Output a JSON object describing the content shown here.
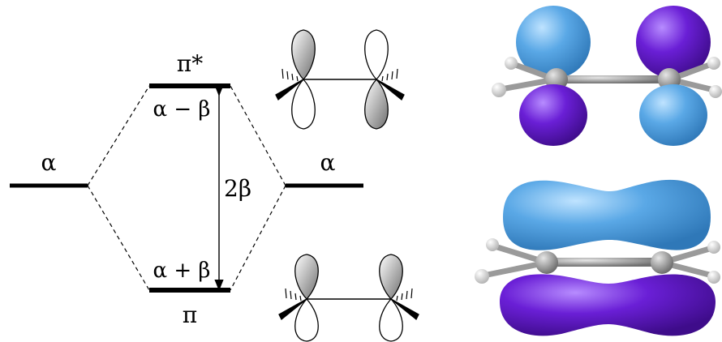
{
  "diagram": {
    "levels": {
      "pi_star_label": "π*",
      "pi_star_energy": "α − β",
      "pi_label": "π",
      "pi_energy": "α + β",
      "left_atomic": "α",
      "right_atomic": "α",
      "gap": "2β"
    }
  },
  "colors": {
    "lobe_blue": "#5aa8e6",
    "lobe_purple": "#6a1fd6",
    "atom_gray": "#8a8a8a",
    "hydrogen": "#f2f2f2"
  }
}
